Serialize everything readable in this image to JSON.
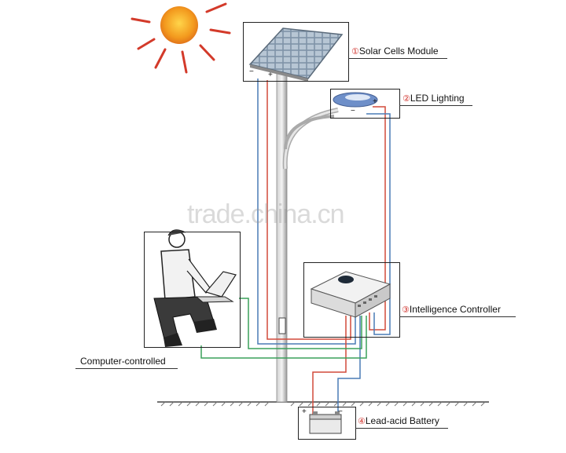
{
  "labels": {
    "solar": {
      "num": "①",
      "text": "Solar Cells Module"
    },
    "led": {
      "num": "②",
      "text": "LED Lighting"
    },
    "controller": {
      "num": "③",
      "text": "Intelligence Controller"
    },
    "battery": {
      "num": "④",
      "text": "Lead-acid Battery"
    },
    "computer": {
      "text": "Computer-controlled"
    }
  },
  "terminals": {
    "minus": "−",
    "plus": "+"
  },
  "watermark": "trade.china.cn",
  "colors": {
    "positive_wire": "#d24a3a",
    "negative_wire": "#4a7bb5",
    "data_wire": "#3aa05a",
    "sun": "#f39a1e",
    "sun_ray": "#d33a2a"
  }
}
